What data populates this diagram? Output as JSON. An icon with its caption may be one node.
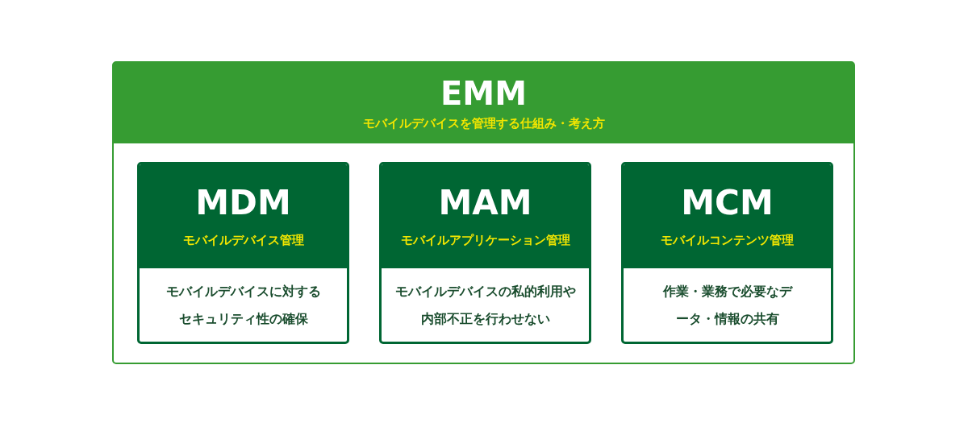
{
  "diagram": {
    "nodes": [
      {
        "text": [
          "EMM",
          "モバイルデバイスを管理する仕組み・考え方"
        ]
      },
      {
        "text": [
          "MDM",
          "モバイルデバイス管理",
          "モバイルデバイスに対するセキュリティ性の確保"
        ],
        "in": 0
      },
      {
        "text": [
          "MAM",
          "モバイルアプリケーション管理",
          "モバイルデバイスの私的利用や内部不正を行わせない"
        ],
        "in": 0
      },
      {
        "text": [
          "MCM",
          "モバイルコンテンツ管理",
          "作業・業務で必要なデータ・情報の共有"
        ],
        "in": 0
      }
    ]
  }
}
